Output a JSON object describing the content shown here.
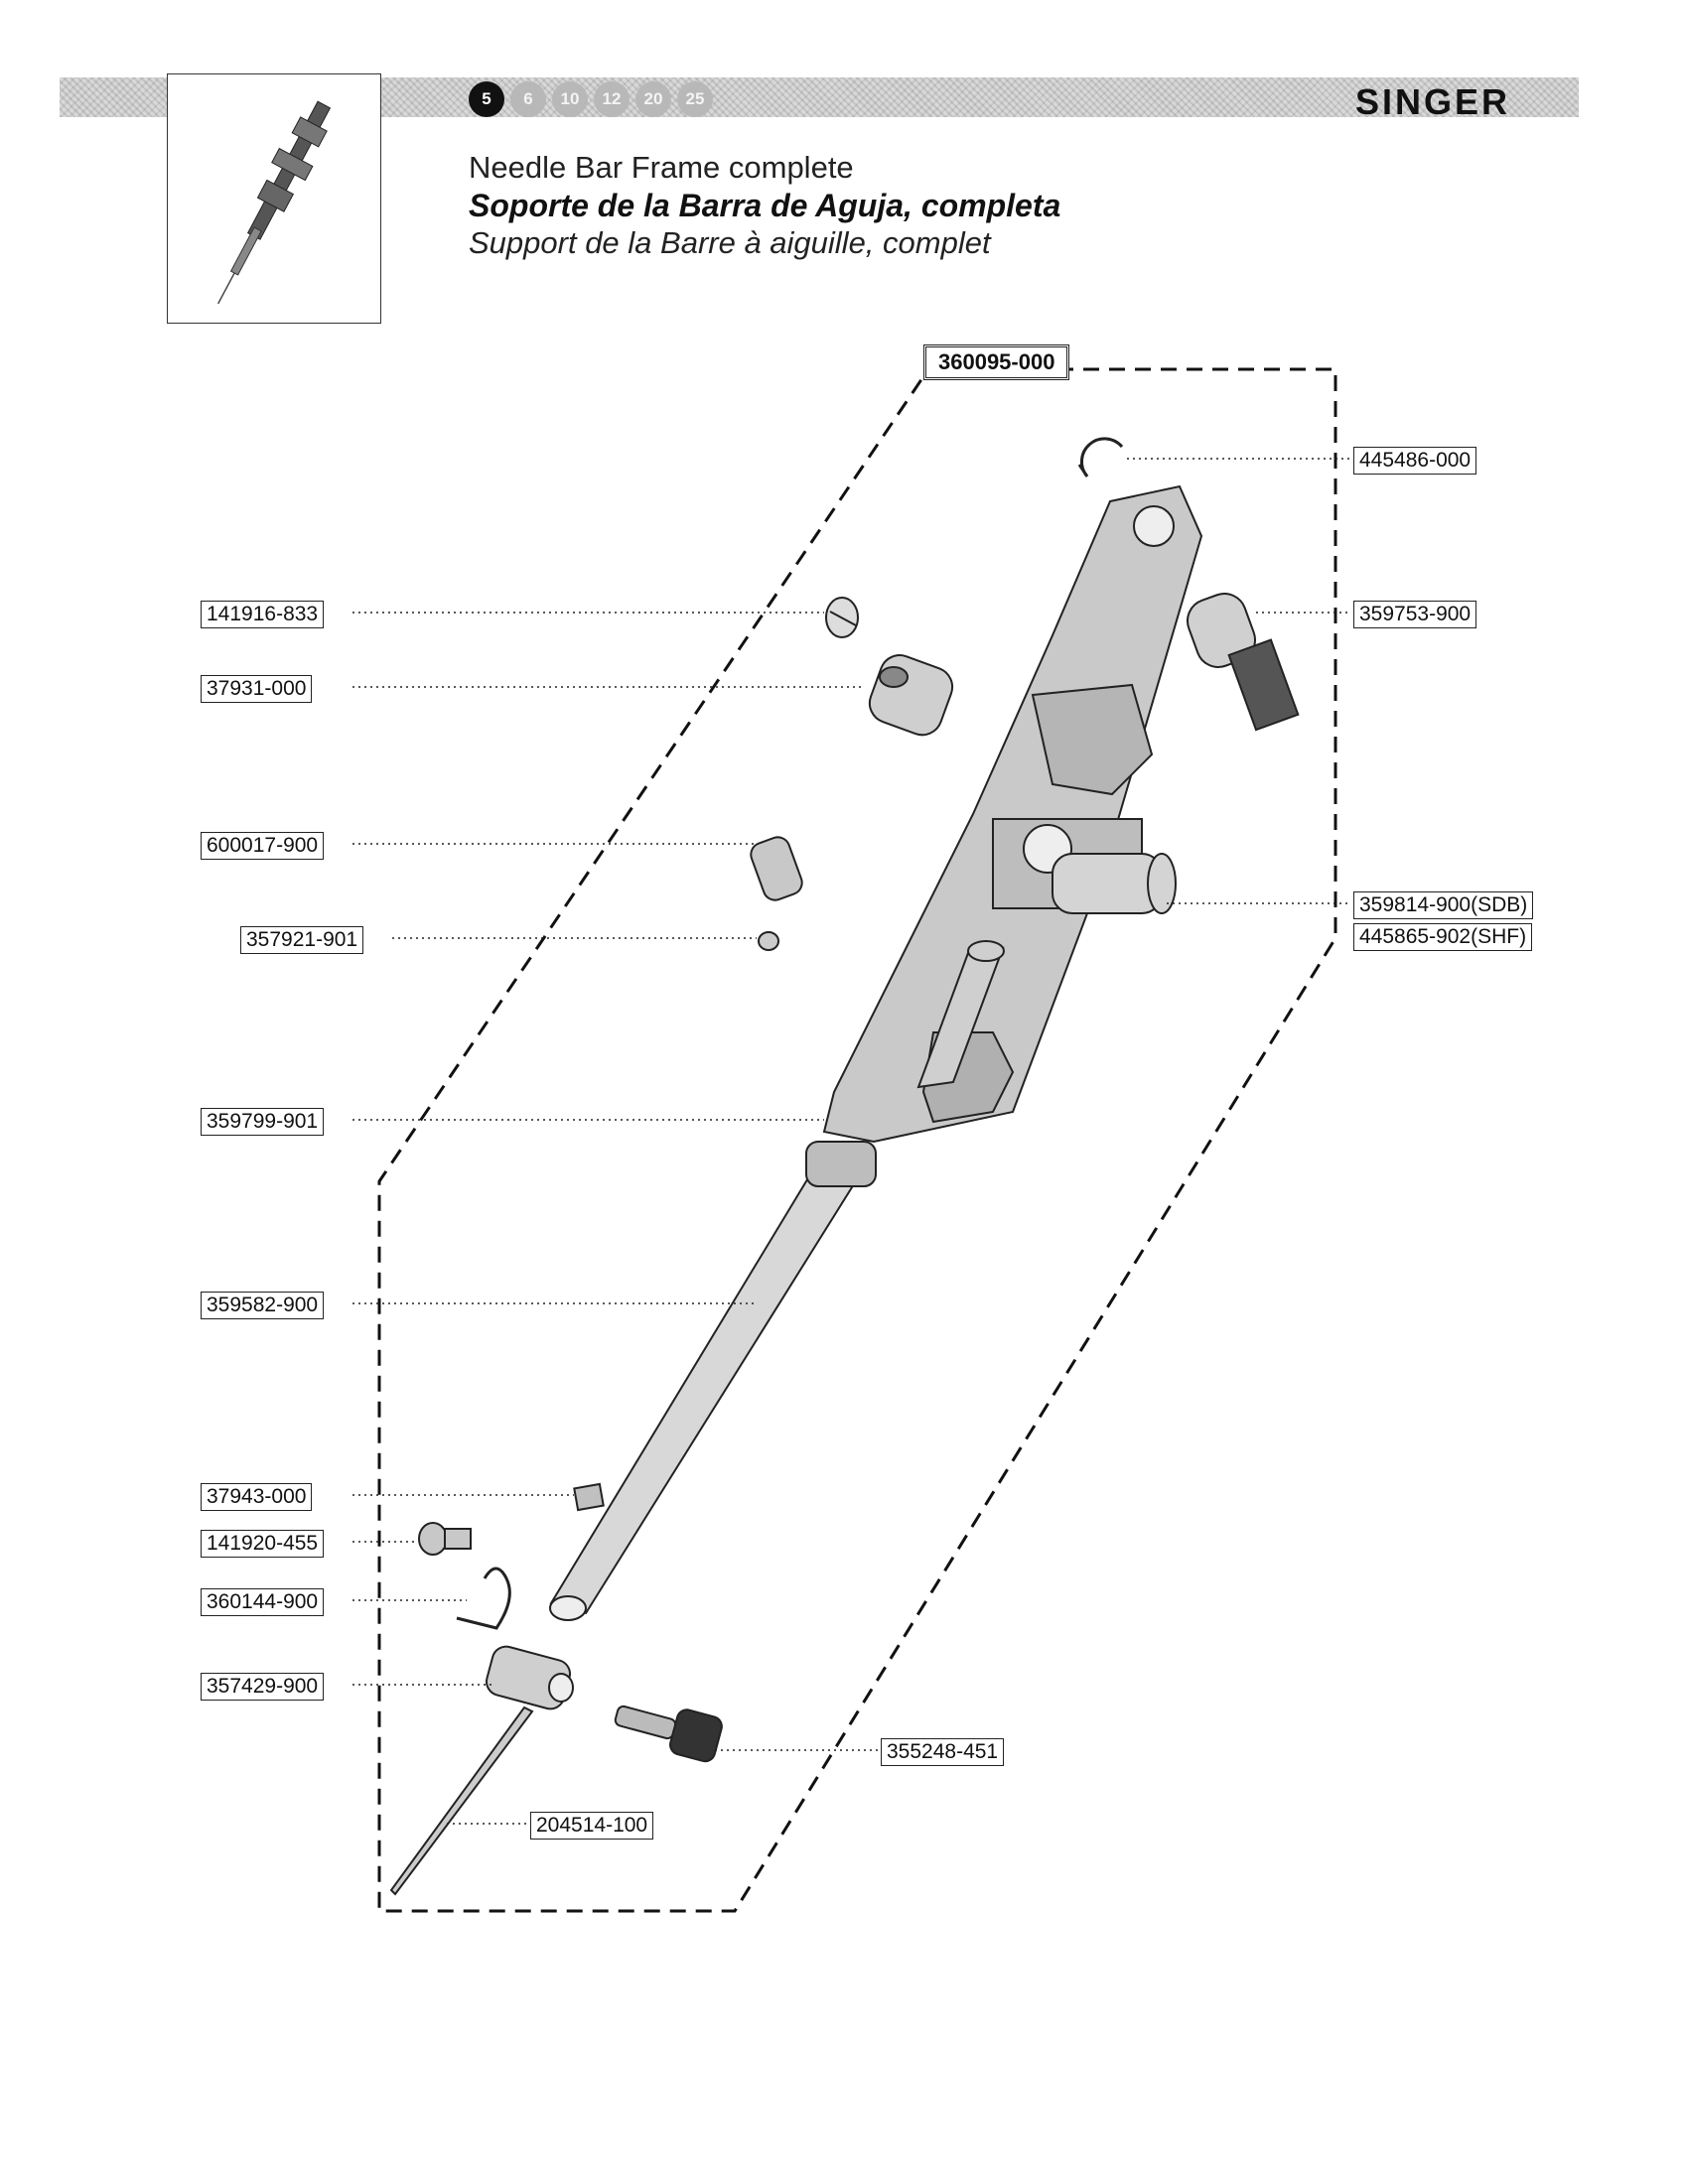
{
  "header": {
    "brand": "SINGER",
    "pages": [
      "5",
      "6",
      "10",
      "12",
      "20",
      "25"
    ],
    "active_page": "5"
  },
  "title": {
    "en": "Needle Bar Frame complete",
    "es": "Soporte de la Barra de Aguja, completa",
    "fr": "Support de la Barre à aiguille, complet"
  },
  "assembly": {
    "main_part": "360095-000"
  },
  "parts": [
    {
      "id": "445486-000"
    },
    {
      "id": "141916-833"
    },
    {
      "id": "359753-900"
    },
    {
      "id": "37931-000"
    },
    {
      "id": "600017-900"
    },
    {
      "id": "359814-900(SDB)"
    },
    {
      "id": "445865-902(SHF)"
    },
    {
      "id": "357921-901"
    },
    {
      "id": "359799-901"
    },
    {
      "id": "359582-900"
    },
    {
      "id": "37943-000"
    },
    {
      "id": "141920-455"
    },
    {
      "id": "360144-900"
    },
    {
      "id": "357429-900"
    },
    {
      "id": "355248-451"
    },
    {
      "id": "204514-100"
    }
  ],
  "colors": {
    "ink": "#111111",
    "band": "#d9d9d9",
    "part_fill": "#c9c9c9",
    "part_dark": "#8f8f8f"
  }
}
